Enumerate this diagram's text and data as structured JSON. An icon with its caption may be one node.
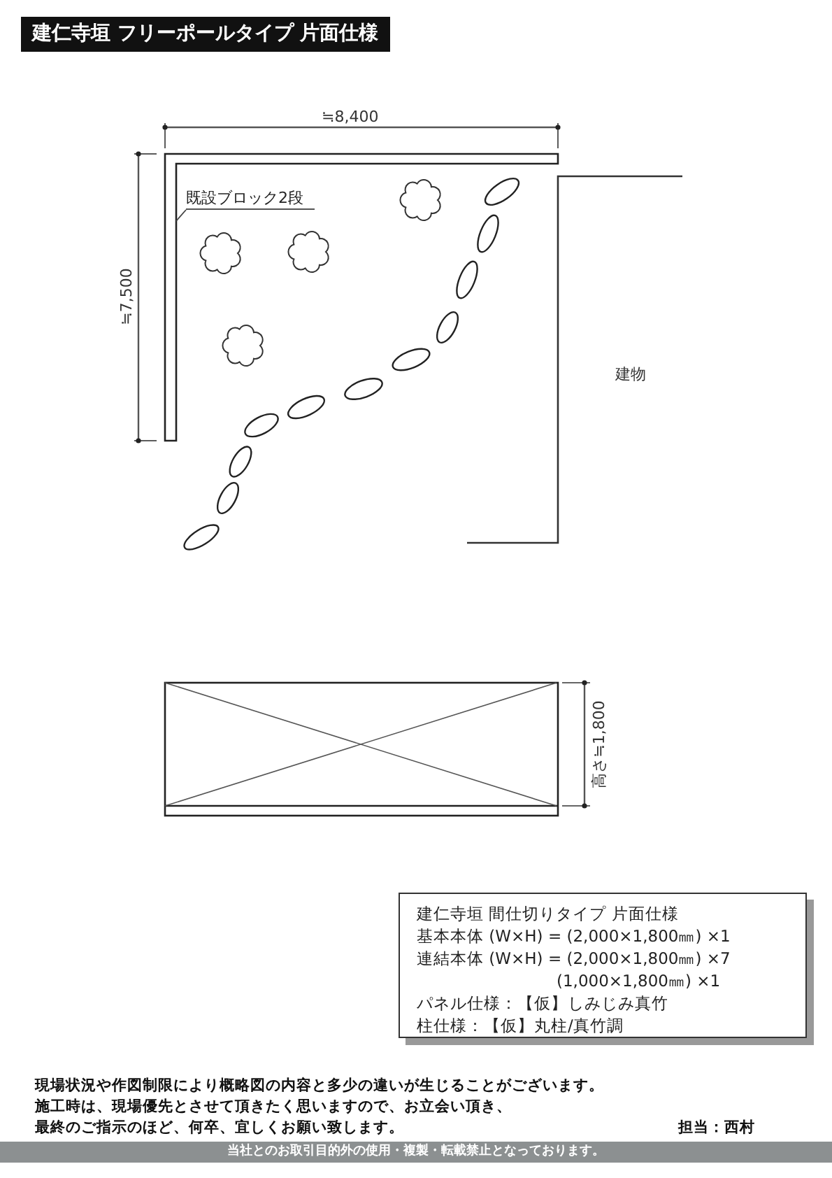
{
  "diagram": {
    "title": "建仁寺垣 フリーポールタイプ 片面仕様",
    "nodes": [
      {
        "text": [
          "既設ブロック2段"
        ]
      },
      {
        "text": [],
        "shape": "bar"
      },
      {
        "text": [
          "建仁寺垣 間仕切りタイプ 片面仕様",
          "基本本体 (W×H) = (2,000×1,800㎜) ×1",
          "連結本体 (W×H) = (2,000×1,800㎜) ×7",
          "(1,000×1,800㎜) ×1",
          "パネル仕様：【仮】しみじみ真竹",
          "柱仕様：【仮】丸柱/真竹調"
        ]
      }
    ],
    "edges": [
      {
        "from": 0,
        "to": 1,
        "arrow": "none"
      }
    ],
    "labels": [
      "≒8,400",
      "≒7,500",
      "建物",
      "高さ≒1,800",
      "現場状況や作図制限により概略図の内容と多少の違いが生じることがございます。",
      "施工時は、現場優先とさせて頂きたく思いますので、お立会い頂き、",
      "最終のご指示のほど、何卒、宜しくお願い致します。",
      "担当：西村",
      "当社とのお取引目的外の使用・複製・転載禁止となっております。"
    ]
  }
}
